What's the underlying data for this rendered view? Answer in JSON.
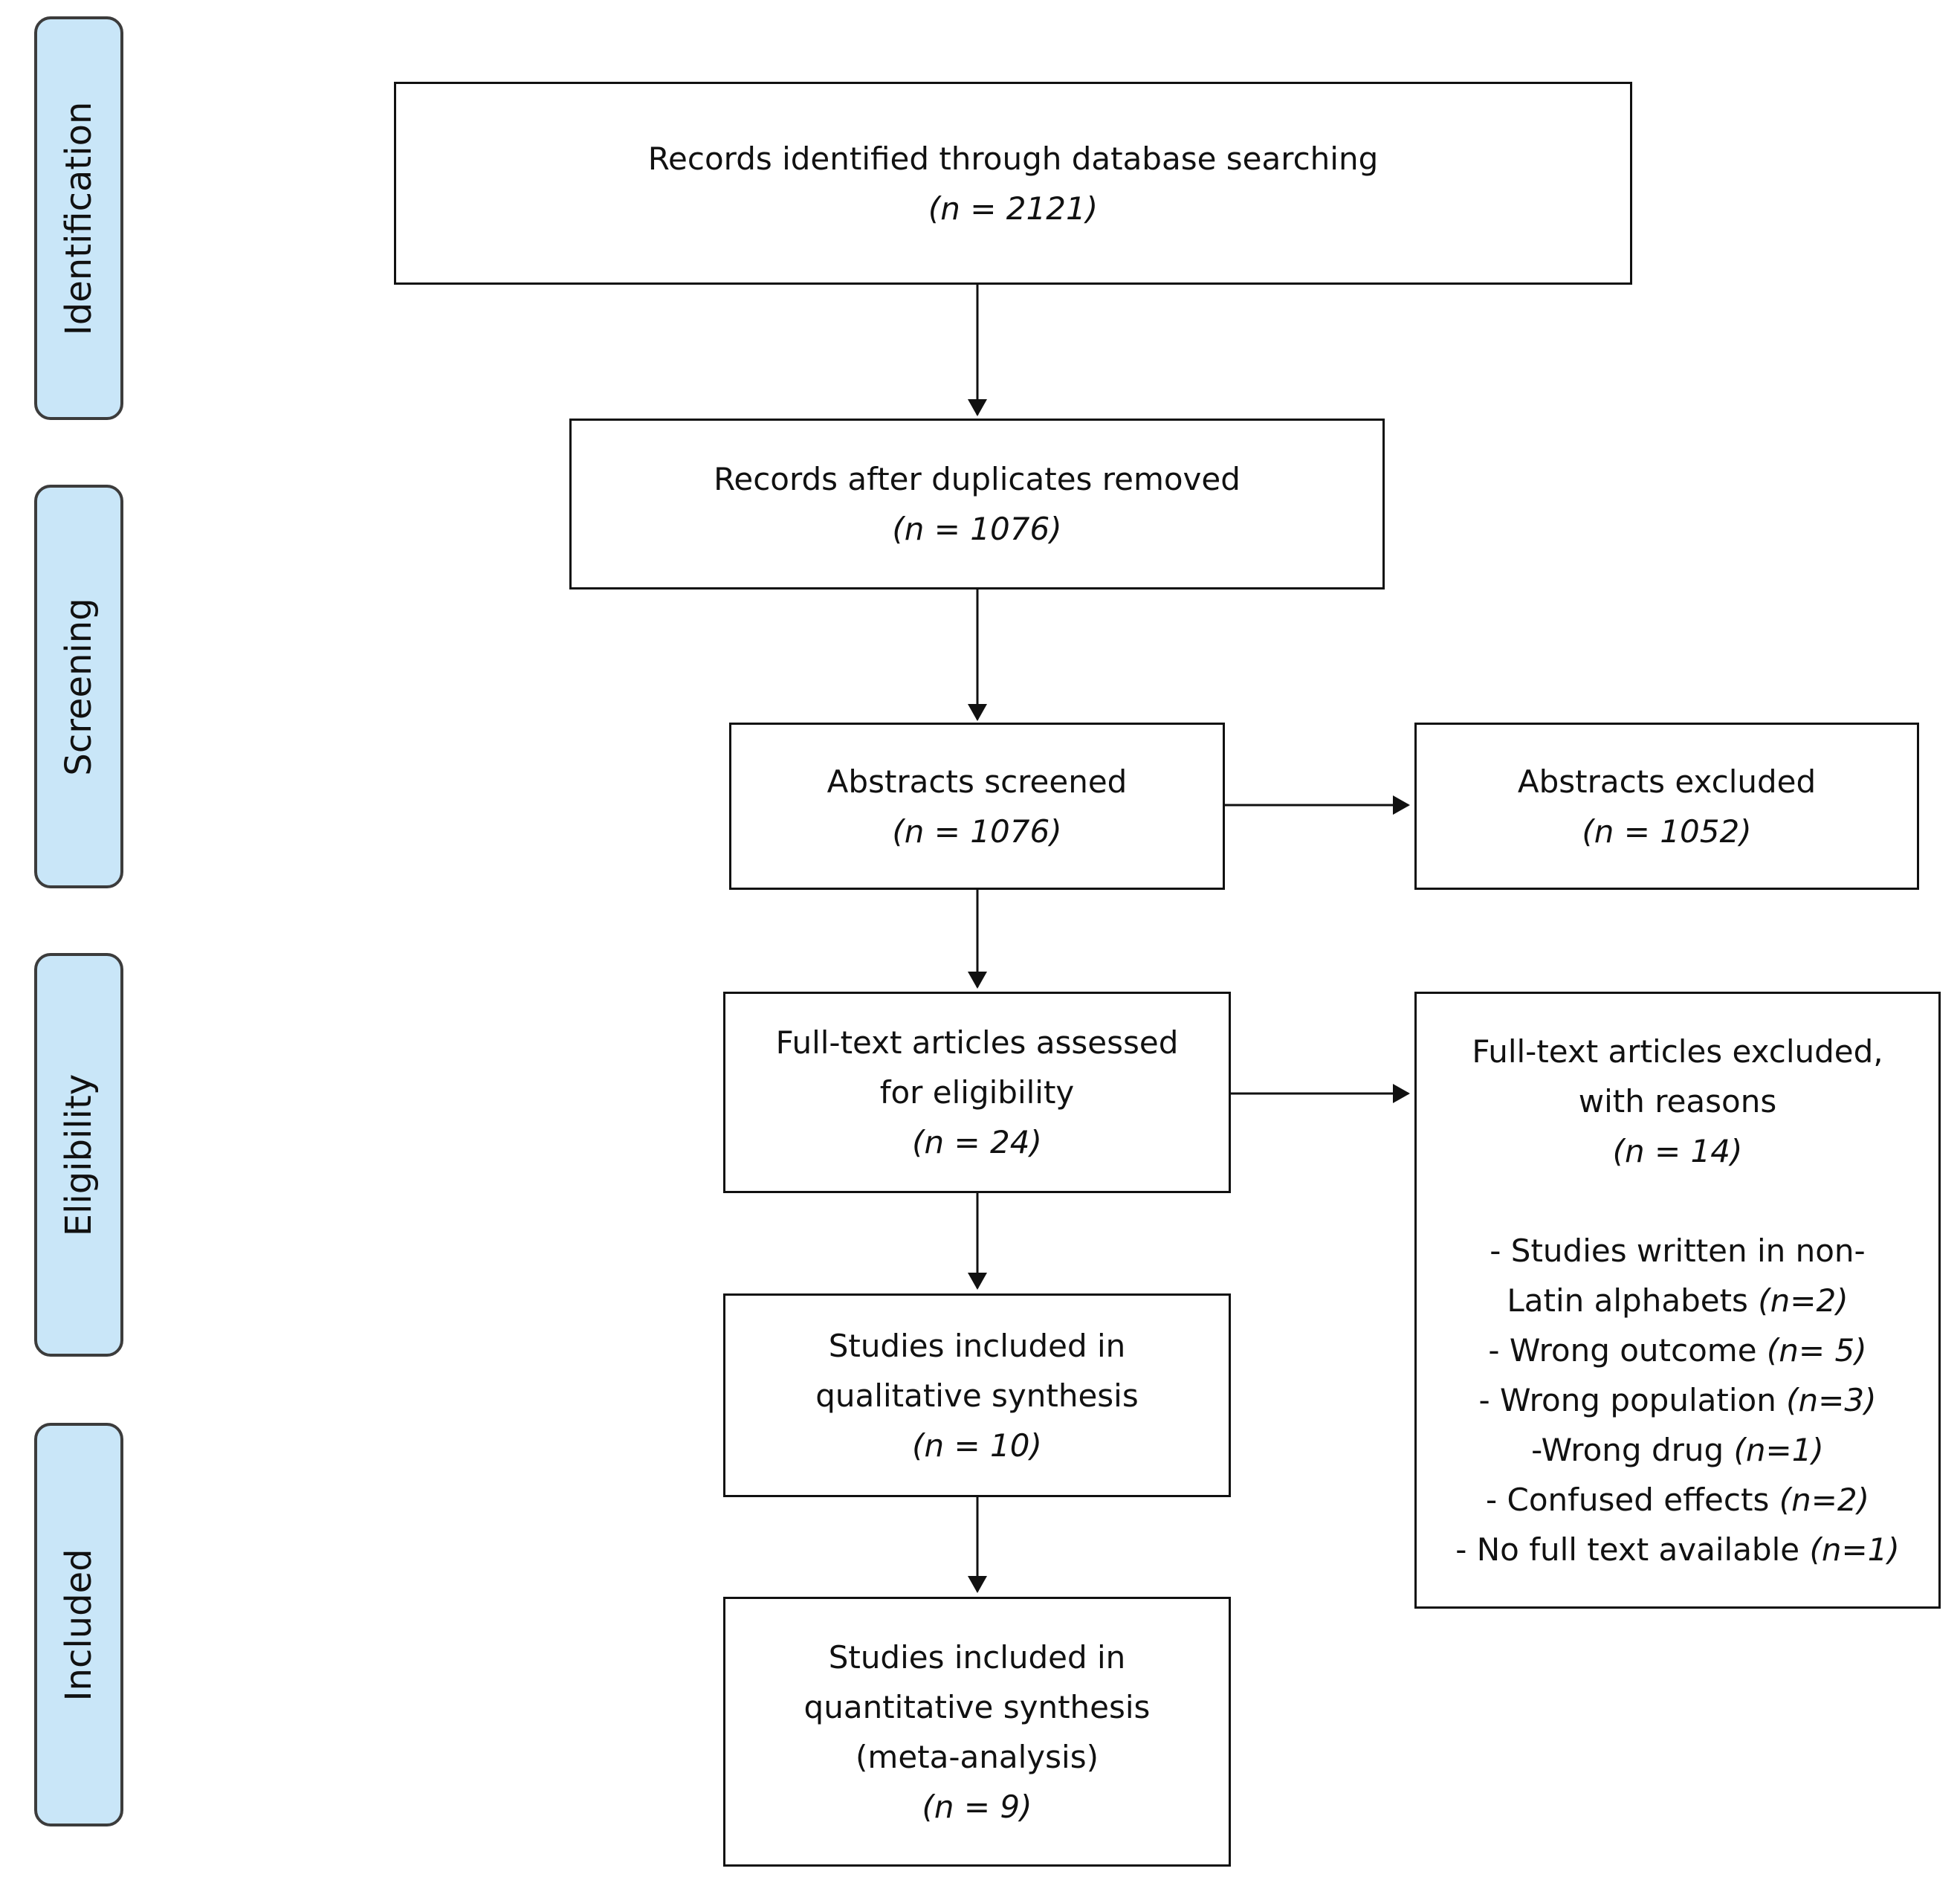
{
  "phases": {
    "identification": "Identification",
    "screening": "Screening",
    "eligibility": "Eligibility",
    "included": "Included"
  },
  "boxes": {
    "identified": {
      "text": "Records identified through database searching",
      "n": "(n = 2121)"
    },
    "dedup": {
      "text": "Records after duplicates removed",
      "n": "(n = 1076)"
    },
    "screened": {
      "text": "Abstracts screened",
      "n": "(n = 1076)"
    },
    "abstracts_excluded": {
      "text": "Abstracts excluded",
      "n": "(n = 1052)"
    },
    "fulltext_assessed": {
      "line1": "Full-text articles assessed",
      "line2": "for eligibility",
      "n": "(n = 24)"
    },
    "fulltext_excluded": {
      "line1": "Full-text articles excluded,",
      "line2": "with reasons",
      "n": "(n = 14)",
      "reasons": [
        {
          "text": "- Studies written in non-",
          "count": ""
        },
        {
          "text": "Latin alphabets ",
          "count": "(n=2)"
        },
        {
          "text": "- Wrong outcome ",
          "count": "(n= 5)"
        },
        {
          "text": "- Wrong population ",
          "count": "(n=3)"
        },
        {
          "text": "-Wrong drug ",
          "count": "(n=1)"
        },
        {
          "text": "- Confused effects ",
          "count": "(n=2)"
        },
        {
          "text": "- No full text available ",
          "count": "(n=1)"
        }
      ]
    },
    "qualitative": {
      "line1": "Studies included in",
      "line2": "qualitative synthesis",
      "n": "(n = 10)"
    },
    "quantitative": {
      "line1": "Studies included in",
      "line2": "quantitative synthesis",
      "line3": "(meta-analysis)",
      "n": "(n = 9)"
    }
  }
}
